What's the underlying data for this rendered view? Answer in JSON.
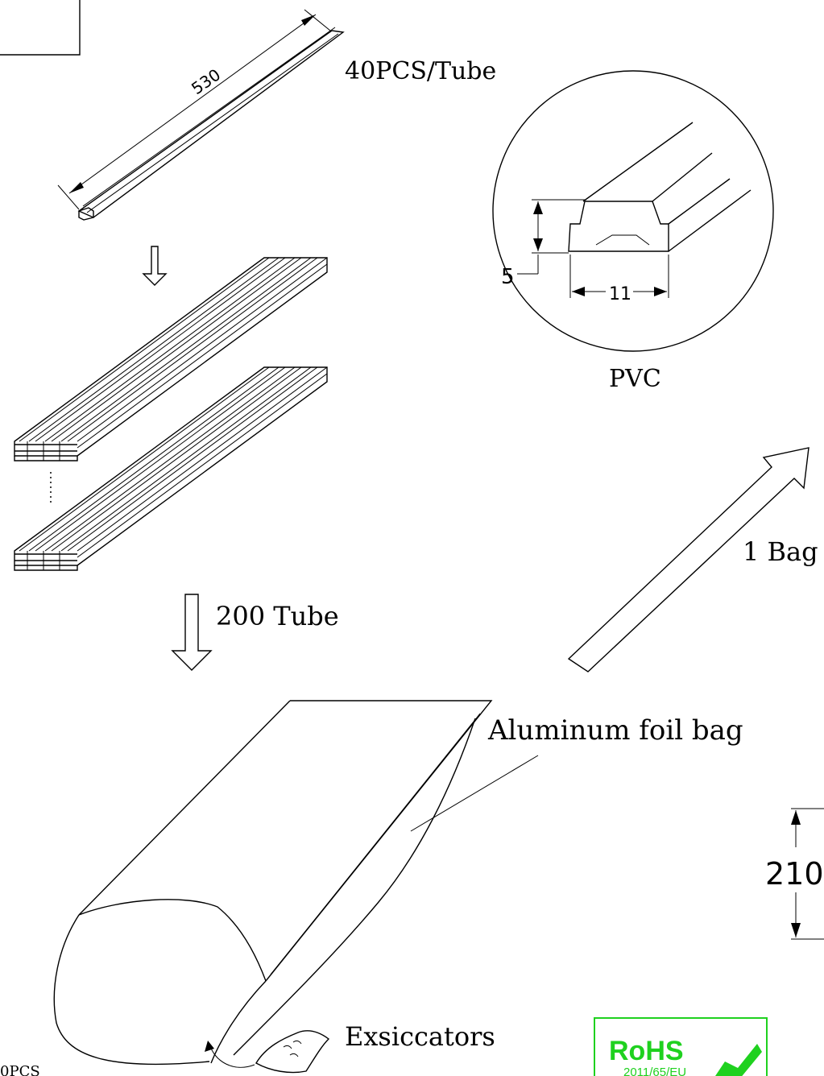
{
  "labels": {
    "per_tube": "40PCS/Tube",
    "tube_length": "530",
    "material": "PVC",
    "profile_height": "5",
    "profile_width": "11",
    "tube_count": "200 Tube",
    "bag_count": "1 Bag",
    "bag_label": "Aluminum foil bag",
    "bag_dimension": "210",
    "desiccant": "Exsiccators",
    "footer_partial": "0PCS",
    "rohs_title": "RoHS",
    "rohs_directive": "2011/65/EU"
  },
  "colors": {
    "line": "#000000",
    "rohs": "#1fd11f"
  }
}
